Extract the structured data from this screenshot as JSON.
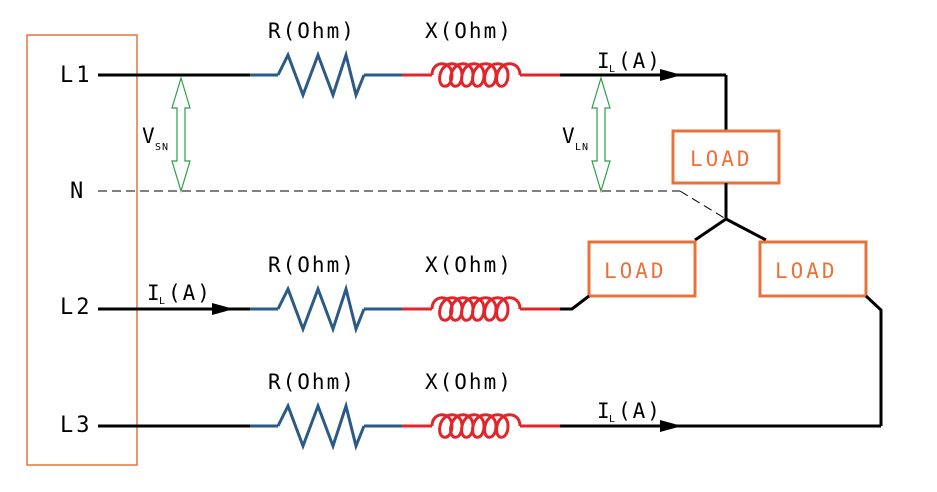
{
  "lines": {
    "l1": "L1",
    "n": "N",
    "l2": "L2",
    "l3": "L3"
  },
  "components": {
    "resistor_label": "R(Ohm)",
    "reactance_label": "X(Ohm)"
  },
  "currents": {
    "main": "I",
    "sub": "L",
    "unit": "(A)"
  },
  "voltages": {
    "vsn_main": "V",
    "vsn_sub": "SN",
    "vln_main": "V",
    "vln_sub": "LN"
  },
  "loads": {
    "load_top": "LOAD",
    "load_left": "LOAD",
    "load_right": "LOAD"
  },
  "colors": {
    "wire": "#000000",
    "resistor": "#2a5a86",
    "inductor": "#e0252b",
    "load_border": "#e8733a",
    "voltage_arrow": "#2e9e4a",
    "source_box": "#e8733a"
  }
}
